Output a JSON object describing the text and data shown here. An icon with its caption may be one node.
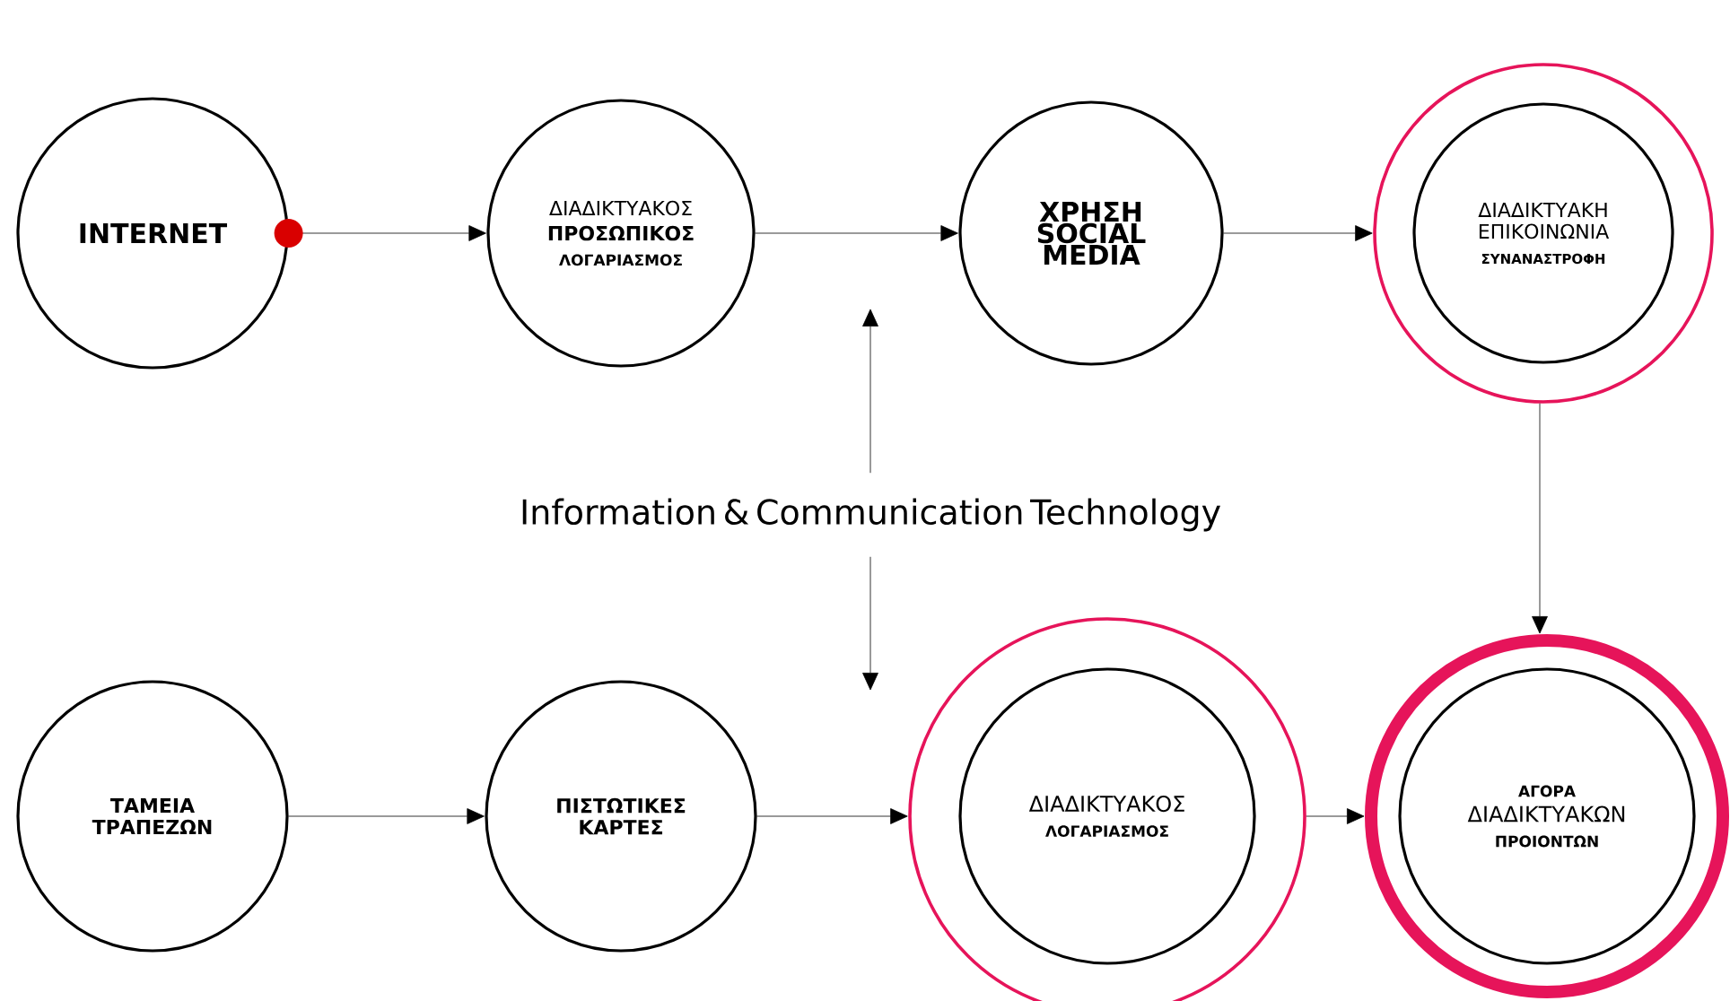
{
  "diagram": {
    "nodes": [
      {
        "text": [
          "INTERNET"
        ]
      },
      {
        "text": [
          "ΔΙΑΔΙΚΤΥΑΚΟΣ",
          "ΠΡΟΣΩΠΙΚΟΣ",
          "ΛΟΓΑΡΙΑΣΜΟΣ"
        ]
      },
      {
        "text": [
          "ΧΡΗΣΗ SOCIAL MEDIA"
        ]
      },
      {
        "text": [
          "ΔΙΑΔΙΚΤΥΑΚΗ ΕΠΙΚΟΙΝΩΝΙΑ",
          "ΣΥΝΑΝΑΣΤΡΟΦΗ"
        ]
      },
      {
        "text": [
          "ΤΑΜΕΙΑ ΤΡΑΠΕΖΩΝ"
        ]
      },
      {
        "text": [
          "ΠΙΣΤΩΤΙΚΕΣ ΚΑΡΤΕΣ"
        ]
      },
      {
        "text": [
          "ΔΙΑΔΙΚΤΥΑΚΟΣ",
          "ΛΟΓΑΡΙΑΣΜΟΣ"
        ]
      },
      {
        "text": [
          "ΑΓΟΡΑ",
          "ΔΙΑΔΙΚΤΥΑΚΩΝ",
          "ΠΡΟΙΟΝΤΩΝ"
        ]
      },
      {
        "text": [
          "Information & Communication Technology"
        ]
      }
    ],
    "edges": [
      {
        "from": 0,
        "to": 1,
        "arrow": "to"
      },
      {
        "from": 1,
        "to": 2,
        "arrow": "to"
      },
      {
        "from": 2,
        "to": 3,
        "arrow": "to"
      },
      {
        "from": 3,
        "to": 7,
        "arrow": "to"
      },
      {
        "from": 4,
        "to": 5,
        "arrow": "to"
      },
      {
        "from": 5,
        "to": 6,
        "arrow": "to"
      },
      {
        "from": 6,
        "to": 7,
        "arrow": "to"
      },
      {
        "from": 8,
        "to": null,
        "arrow": "to"
      },
      {
        "from": 8,
        "to": null,
        "arrow": "to"
      }
    ]
  }
}
